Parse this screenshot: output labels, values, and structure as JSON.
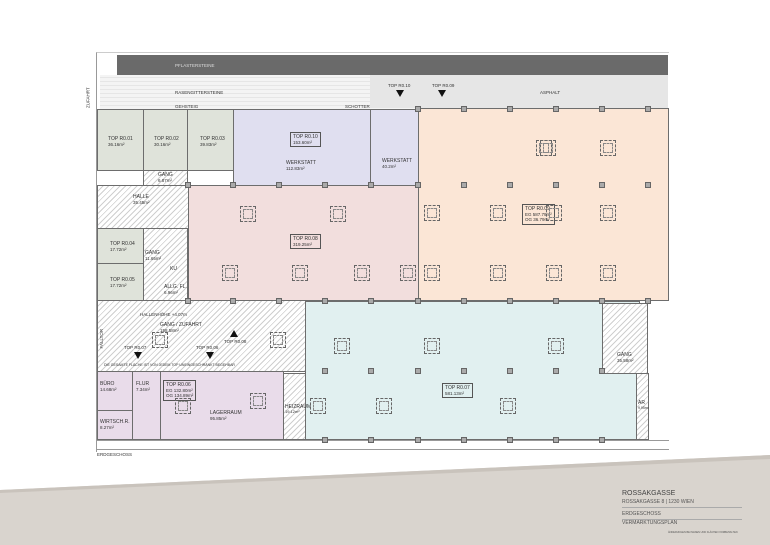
{
  "site": {
    "pflastersteine": "PFLASTERSTEINE",
    "rasengitter": "RASENGITTERSTEINE",
    "gehsteig": "GEHSTEIG",
    "schotter": "SCHOTTER",
    "asphalt": "ASPHALT",
    "zufahrt": "ZUFAHRT"
  },
  "rooms": {
    "r01": {
      "top": "TOP R0.01",
      "area": "36.16m²"
    },
    "r02": {
      "top": "TOP R0.02",
      "area": "30.16m²"
    },
    "r03": {
      "top": "TOP R0.03",
      "area": "39.83m²"
    },
    "gang1": {
      "name": "GANG",
      "area": "6.87m²"
    },
    "r10": {
      "top": "TOP R0.10",
      "area": "153.60m²",
      "name": "WERKSTATT",
      "name_area": "112.83m²"
    },
    "werkstatt2": {
      "name": "WERKSTATT",
      "area": "40.2m²"
    },
    "r09": {
      "top": "TOP R0.09",
      "a1": "EG 587.79m²",
      "a2": "OG 36.79m²"
    },
    "r08": {
      "top": "TOP R0.08",
      "area": "319.25m²"
    },
    "halle": {
      "name": "HALLE",
      "area": "35.45m²"
    },
    "r04": {
      "top": "TOP R0.04",
      "area": "17.72m²"
    },
    "r05": {
      "top": "TOP R0.05",
      "area": "17.72m²"
    },
    "gang2": {
      "name": "GANG",
      "area": "11.65m²"
    },
    "ku": {
      "name": "KU"
    },
    "allg": {
      "name": "ALLG. FL.",
      "area": "6.96m²"
    },
    "zufahrt": {
      "name": "GANG / ZUFAHRT",
      "area": "158.58m²",
      "note": "HALLENHÖHE +4.07m",
      "note2": "DIE GESAMTE FLÄCHE IST VON JEDEM TOP UNEINGESCHRÄNKT BEGEHBAR"
    },
    "r07": {
      "top": "TOP R0.07",
      "area": "581.13m²"
    },
    "gang3": {
      "name": "GANG",
      "area": "35.58m²"
    },
    "buero": {
      "name": "BÜRO",
      "area": "14.68m²"
    },
    "flur": {
      "name": "FLUR",
      "area": "7.34m²"
    },
    "wirtsch": {
      "name": "WIRTSCH.R.",
      "area": "8.27m²"
    },
    "r06": {
      "top": "TOP R0.06",
      "a1": "EG 132.80m²",
      "a2": "OG 134.89m²"
    },
    "lager": {
      "name": "LAGERRAUM",
      "area": "95.85m²"
    },
    "heiz": {
      "name": "HEIZRAUM",
      "area": "19.12m²"
    },
    "ar": {
      "name": "AR",
      "area": "9.95m²"
    }
  },
  "markers": {
    "r10": "TOP R0.10",
    "r09": "TOP R0.09",
    "r08": "TOP R0.08",
    "r07": "TOP R0.07",
    "r06": "TOP R0.06",
    "falltor": "FALLTOR"
  },
  "floor_label": "ERDGESCHOSS",
  "title_block": {
    "project": "ROSSAKGASSE",
    "address": "ROSSAKGASSE 8 | 1230 WIEN",
    "floor": "ERDGESCHOSS",
    "plan": "VERMARKTUNGSPLAN",
    "note": "ÄNDERUNGEN BEI MAßEN UND FLÄCHEN VORBEHALTEN"
  }
}
